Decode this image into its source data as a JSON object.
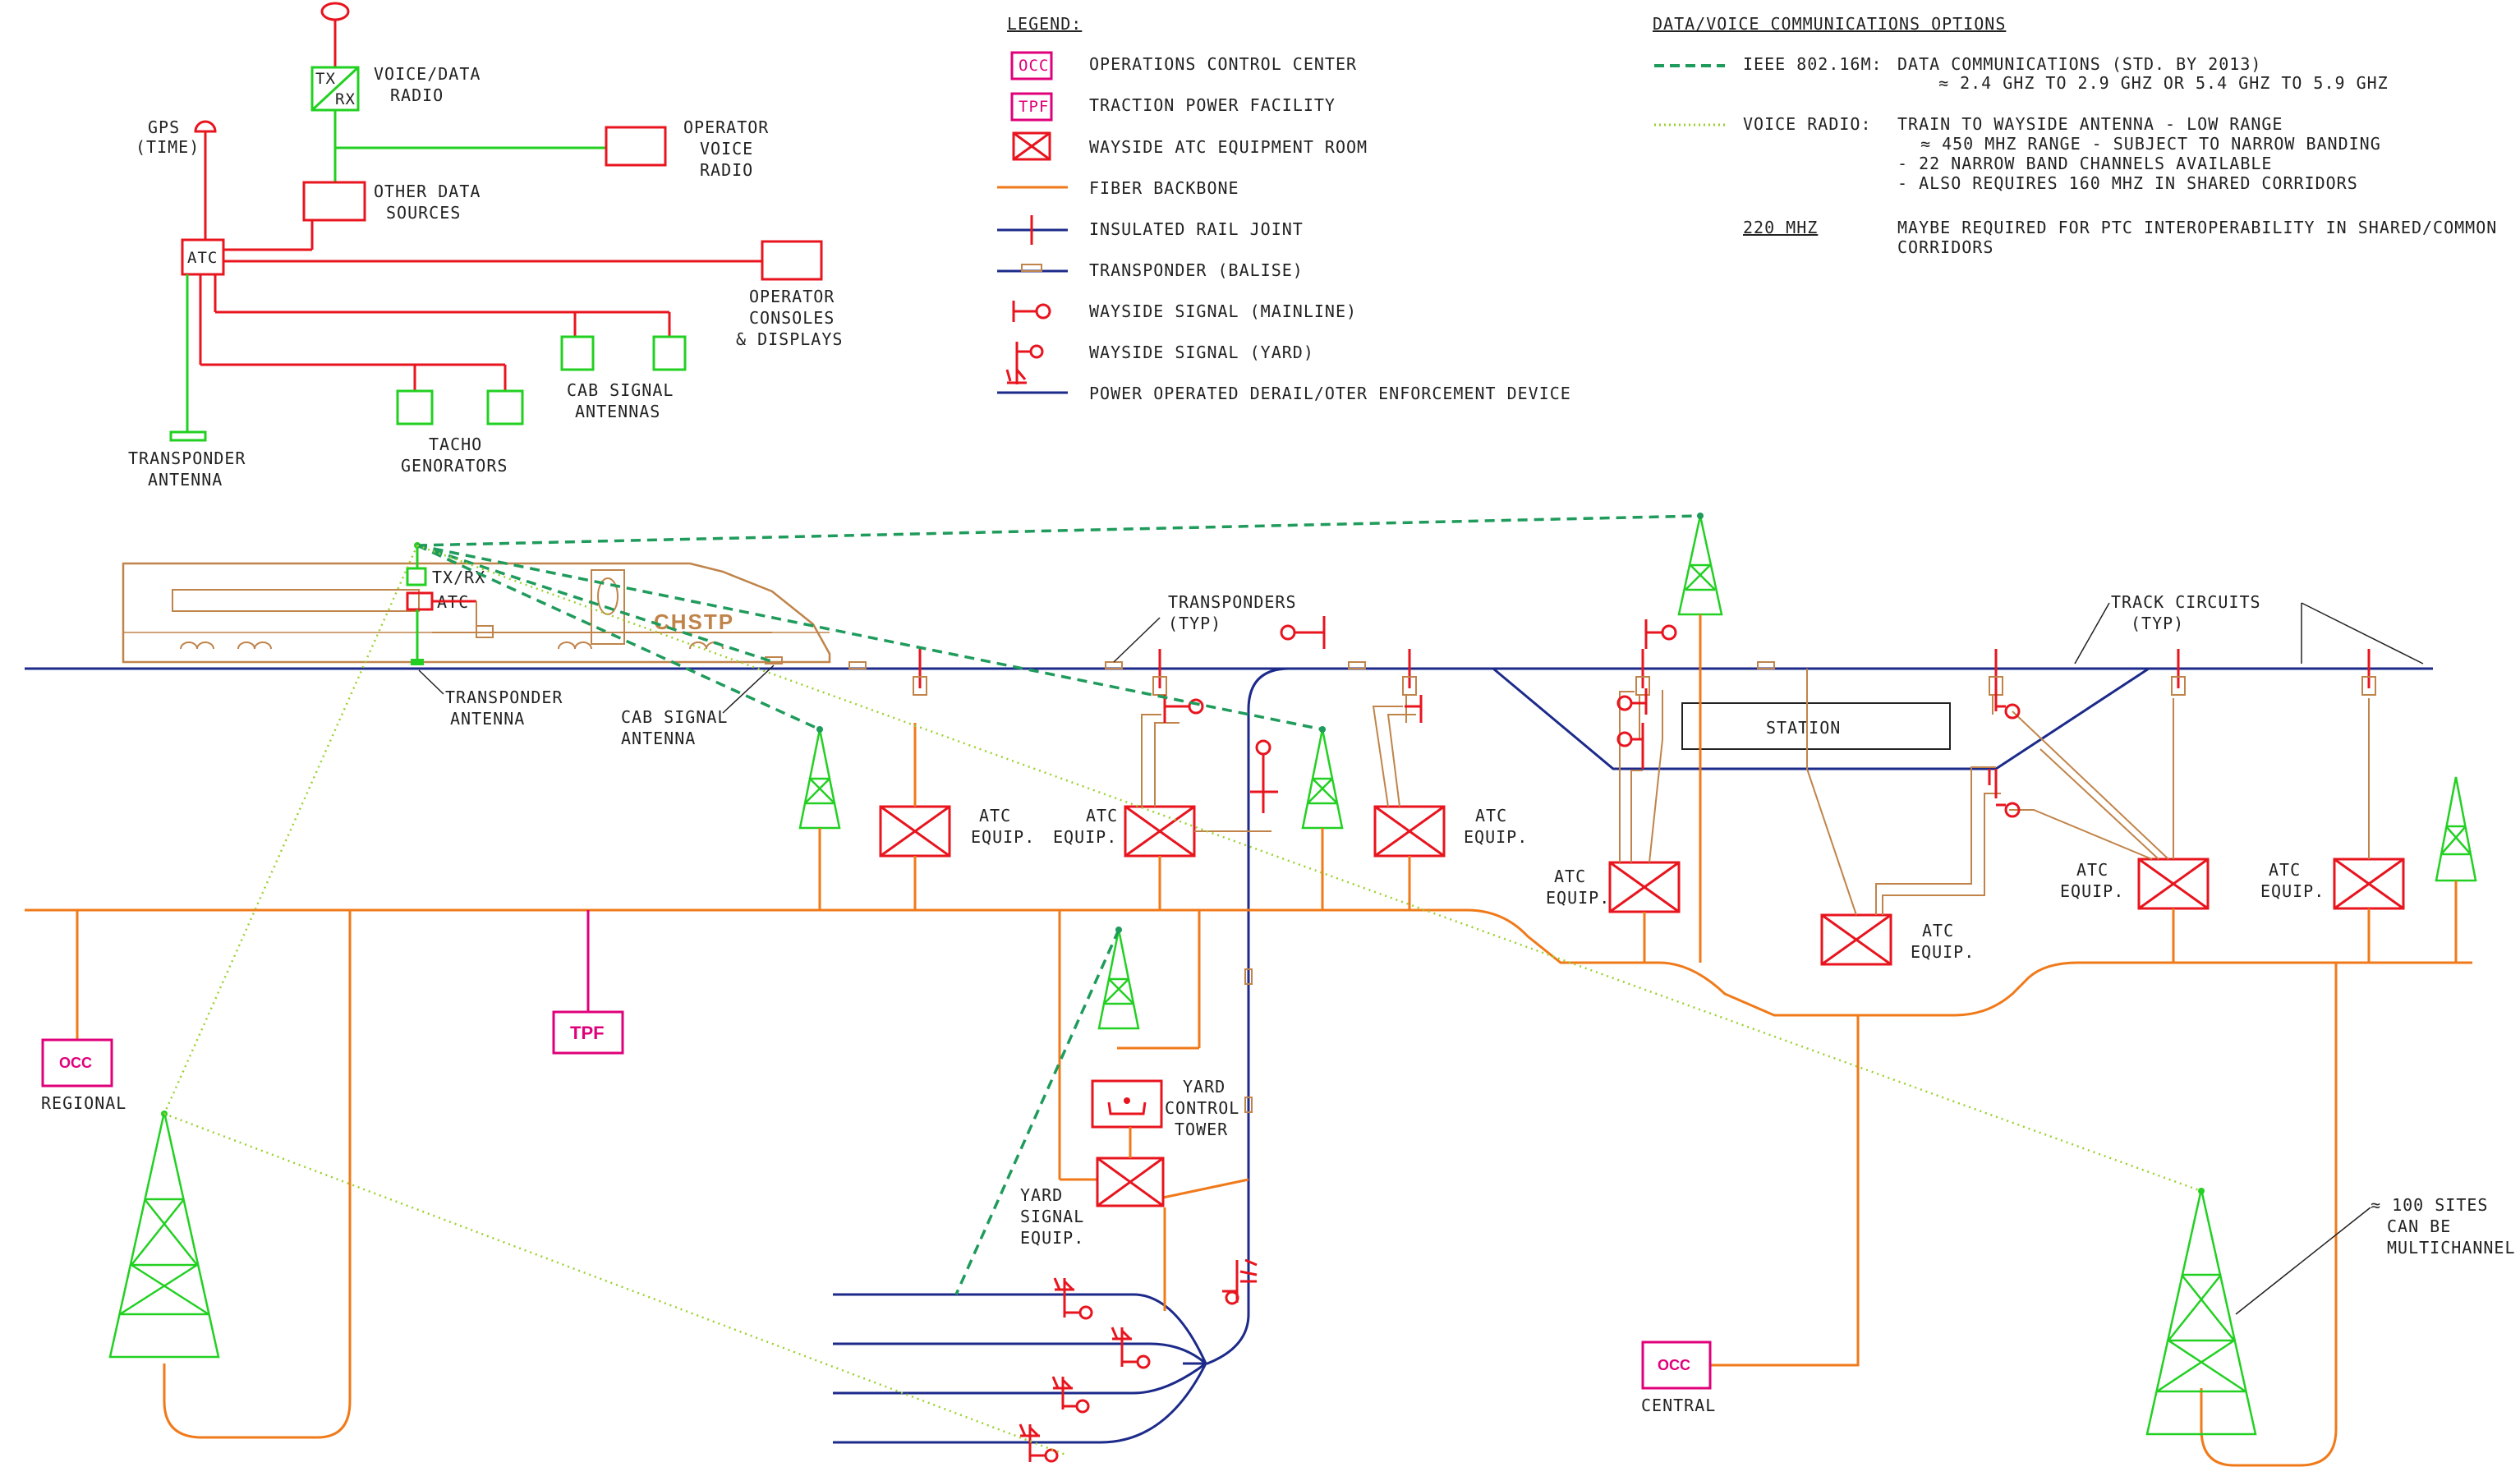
{
  "colors": {
    "atc_red": "#e8141e",
    "fiber_orange": "#f07a1a",
    "track_navy": "#1c2a8a",
    "radio_green": "#22d022",
    "data_green_dashed": "#1f9b5c",
    "voice_green_dotted": "#9bd12e",
    "train_brown": "#c0844a",
    "occ_magenta": "#e0007a",
    "text": "#222222"
  },
  "top_left": {
    "txrx_tx": "TX",
    "txrx_rx": "RX",
    "voice_data_radio": [
      "VOICE/DATA",
      "RADIO"
    ],
    "operator_voice_radio": [
      "OPERATOR",
      "VOICE",
      "RADIO"
    ],
    "other_data_sources": [
      "OTHER DATA",
      "SOURCES"
    ],
    "gps": [
      "GPS",
      "(TIME)"
    ],
    "atc_box": "ATC",
    "operator_consoles": [
      "OPERATOR",
      "CONSOLES",
      "& DISPLAYS"
    ],
    "cab_signal_antennas": [
      "CAB SIGNAL",
      "ANTENNAS"
    ],
    "tacho_generators": [
      "TACHO",
      "GENORATORS"
    ],
    "transponder_antenna": [
      "TRANSPONDER",
      "ANTENNA"
    ]
  },
  "legend": {
    "title": "LEGEND:",
    "occ_icon": "OCC",
    "tpf_icon": "TPF",
    "items": [
      {
        "icon": "occ-icon",
        "label": "OPERATIONS CONTROL CENTER"
      },
      {
        "icon": "tpf-icon",
        "label": "TRACTION POWER FACILITY"
      },
      {
        "icon": "wayside-atc-room-icon",
        "label": "WAYSIDE ATC EQUIPMENT ROOM"
      },
      {
        "icon": "fiber-backbone-line",
        "label": "FIBER BACKBONE"
      },
      {
        "icon": "insulated-rail-joint-icon",
        "label": "INSULATED RAIL JOINT"
      },
      {
        "icon": "transponder-balise-icon",
        "label": "TRANSPONDER (BALISE)"
      },
      {
        "icon": "wayside-signal-mainline-icon",
        "label": "WAYSIDE SIGNAL (MAINLINE)"
      },
      {
        "icon": "wayside-signal-yard-icon",
        "label": "WAYSIDE SIGNAL (YARD)"
      },
      {
        "icon": "power-operated-derail-line",
        "label": "POWER OPERATED DERAIL/OTER ENFORCEMENT DEVICE"
      }
    ]
  },
  "comms": {
    "title": "DATA/VOICE COMMUNICATIONS OPTIONS",
    "ieee_label": "IEEE 802.16M",
    "ieee_colon": ":",
    "ieee_lines": [
      "DATA COMMUNICATIONS (STD. BY 2013)",
      "≈ 2.4 GHZ TO 2.9 GHZ OR 5.4 GHZ TO 5.9 GHZ"
    ],
    "voice_label": "VOICE RADIO",
    "voice_colon": ":",
    "voice_lines": [
      "TRAIN TO WAYSIDE ANTENNA - LOW RANGE",
      "≈ 450 MHZ RANGE - SUBJECT TO NARROW BANDING",
      "- 22 NARROW BAND CHANNELS AVAILABLE",
      "- ALSO REQUIRES 160 MHZ IN SHARED CORRIDORS"
    ],
    "mhz220_label": "220 MHZ",
    "mhz220_lines": [
      "MAYBE REQUIRED FOR PTC INTEROPERABILITY IN SHARED/COMMON",
      "CORRIDORS"
    ]
  },
  "main": {
    "train_label": "CHSTP",
    "train_txrx": "TX/RX",
    "train_atc": "ATC",
    "transponder_antenna": [
      "TRANSPONDER",
      "ANTENNA"
    ],
    "cab_signal_antenna": [
      "CAB SIGNAL",
      "ANTENNA"
    ],
    "transponders_typ": [
      "TRANSPONDERS",
      "(TYP)"
    ],
    "track_circuits_typ": [
      "TRACK CIRCUITS",
      "(TYP)"
    ],
    "station": "STATION",
    "atc_equip": [
      "ATC",
      "EQUIP."
    ],
    "tpf": "TPF",
    "occ": "OCC",
    "occ_regional": "REGIONAL",
    "occ_central": "CENTRAL",
    "yard_control_tower": [
      "YARD",
      "CONTROL",
      "TOWER"
    ],
    "yard_signal_equip": [
      "YARD",
      "SIGNAL",
      "EQUIP."
    ],
    "sites_note": [
      "≈ 100 SITES",
      "CAN BE",
      "MULTICHANNEL"
    ]
  }
}
